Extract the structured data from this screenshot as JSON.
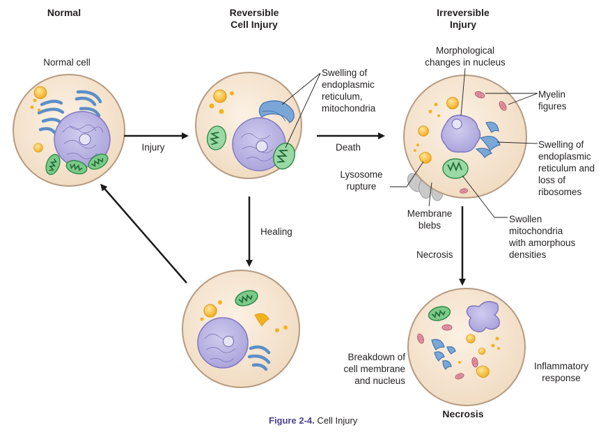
{
  "headers": {
    "normal": "Normal",
    "reversible": "Reversible\nCell Injury",
    "irreversible": "Irreversible\nInjury",
    "necrosis": "Necrosis"
  },
  "labels": {
    "normal_cell": "Normal cell",
    "swelling_er_mito": "Swelling of\nendoplasmic\nreticulum,\nmitochondria",
    "injury": "Injury",
    "death": "Death",
    "healing": "Healing",
    "morph_nucleus": "Morphological\nchanges in nucleus",
    "myelin": "Myelin\nfigures",
    "swelling_er_ribo": "Swelling of\nendoplasmic\nreticulum and\nloss of\nribosomes",
    "lysosome": "Lysosome\nrupture",
    "blebs": "Membrane\nblebs",
    "swollen_mito": "Swollen\nmitochondria\nwith amorphous\ndensities",
    "necrosis_arrow": "Necrosis",
    "breakdown": "Breakdown of\ncell membrane\nand nucleus",
    "inflammatory": "Inflammatory\nresponse"
  },
  "caption": {
    "figure": "Figure 2-4.",
    "title": "Cell Injury"
  },
  "colors": {
    "cytoplasm": "#f6e6d2",
    "membrane": "#b59a80",
    "nucleus": "#b9b3e0",
    "nucleus_edge": "#7f77bf",
    "er": "#5b8fc7",
    "mito": "#57b368",
    "mito_dark": "#1f7a3a",
    "lysosome": "#f2b21e",
    "myelin": "#d9798a",
    "arrow": "#1a1a1a",
    "caption_accent": "#4a3f8f"
  },
  "icons": {
    "cell": "cell-icon",
    "arrow": "arrow-icon"
  }
}
